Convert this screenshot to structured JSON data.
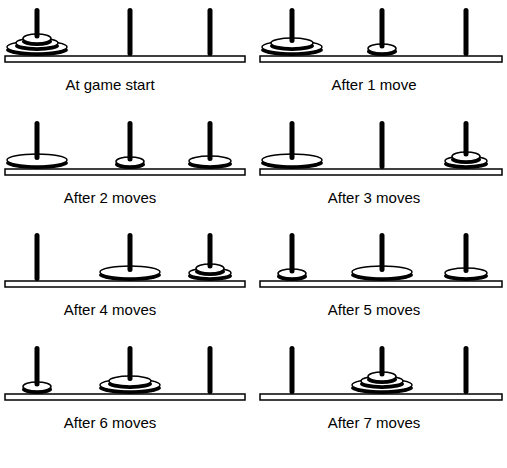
{
  "diagram": {
    "labels": [
      "At game start",
      "After 1 move",
      "After 2 moves",
      "After 3 moves",
      "After 4 moves",
      "After 5 moves",
      "After 6 moves",
      "After 7 moves"
    ]
  }
}
